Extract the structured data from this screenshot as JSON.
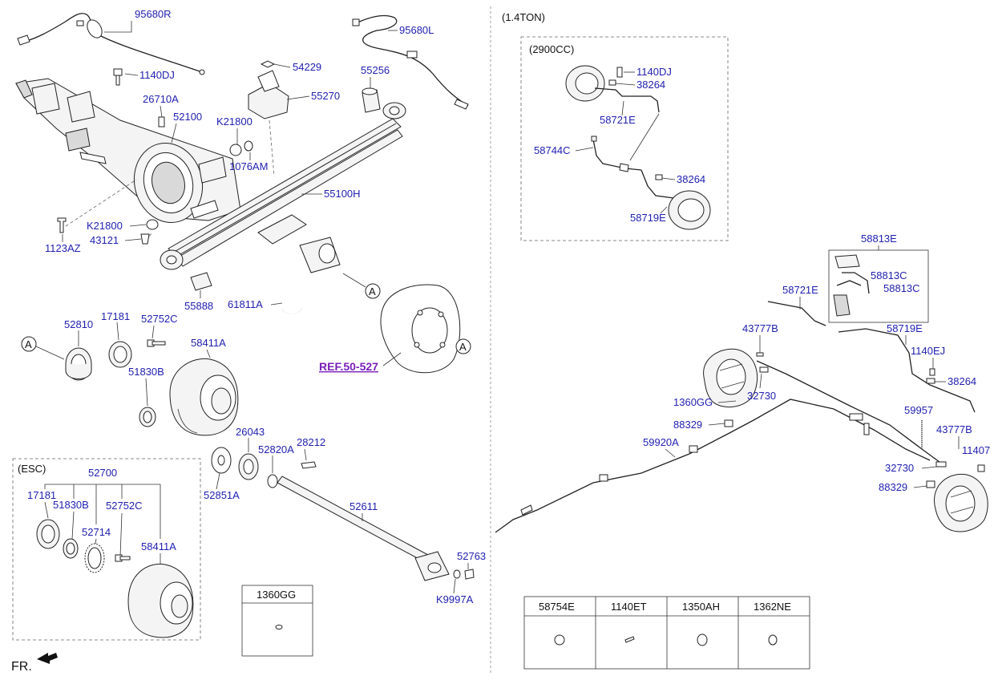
{
  "sections": {
    "esc_title": "(ESC)",
    "ton_title": "(1.4TON)",
    "cc_title": "(2900CC)",
    "fr_label": "FR.",
    "ref_label": "REF.50-527",
    "circle_a": "A"
  },
  "parts": {
    "p95680R": "95680R",
    "p95680L": "95680L",
    "p1140DJ": "1140DJ",
    "p54229": "54229",
    "p55256": "55256",
    "p26710A": "26710A",
    "p52100": "52100",
    "p55270": "55270",
    "pK21800": "K21800",
    "p1076AM": "1076AM",
    "p55100H": "55100H",
    "p1123AZ": "1123AZ",
    "p43121": "43121",
    "p55888": "55888",
    "p61811A": "61811A",
    "p52810": "52810",
    "p17181": "17181",
    "p52752C": "52752C",
    "p58411A": "58411A",
    "p51830B": "51830B",
    "p26043": "26043",
    "p52820A": "52820A",
    "p28212": "28212",
    "p52851A": "52851A",
    "p52611": "52611",
    "p52763": "52763",
    "pK9997A": "K9997A",
    "p52700": "52700",
    "p52714": "52714",
    "p38264": "38264",
    "p58721E": "58721E",
    "p58744C": "58744C",
    "p58719E": "58719E",
    "p58813E": "58813E",
    "p58813C": "58813C",
    "p43777B": "43777B",
    "p1140EJ": "1140EJ",
    "p1360GG": "1360GG",
    "p32730": "32730",
    "p88329": "88329",
    "p59957": "59957",
    "p59920A": "59920A",
    "p11407": "11407"
  },
  "tables": {
    "left": {
      "header": "1360GG"
    },
    "right": {
      "headers": [
        "58754E",
        "1140ET",
        "1350AH",
        "1362NE"
      ]
    }
  }
}
